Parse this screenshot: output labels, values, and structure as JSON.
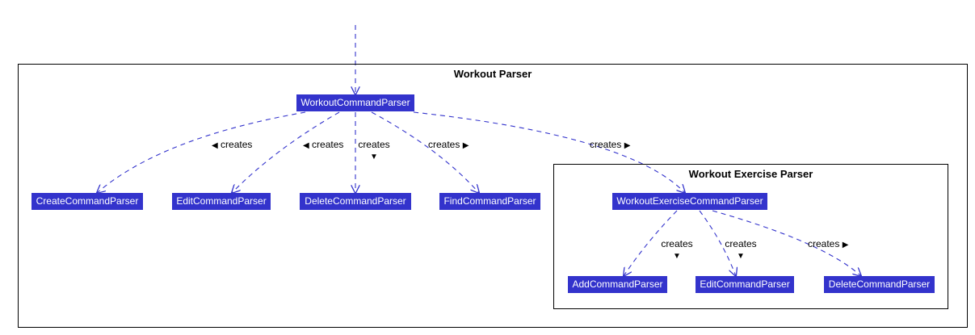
{
  "colors": {
    "node_fill": "#3333cc",
    "node_text": "#ffffff",
    "edge": "#3333cc",
    "frame": "#000000",
    "label": "#000000"
  },
  "packages": {
    "outer": {
      "title": "Workout Parser"
    },
    "inner": {
      "title": "Workout Exercise Parser"
    }
  },
  "nodes": {
    "workout_command_parser": "WorkoutCommandParser",
    "create_command_parser": "CreateCommandParser",
    "edit_command_parser": "EditCommandParser",
    "delete_command_parser": "DeleteCommandParser",
    "find_command_parser": "FindCommandParser",
    "workout_exercise_command_parser": "WorkoutExerciseCommandParser",
    "add_command_parser": "AddCommandParser",
    "exercise_edit_command_parser": "EditCommandParser",
    "exercise_delete_command_parser": "DeleteCommandParser"
  },
  "edge_labels": {
    "creates": "creates",
    "arrow_left": "◀",
    "arrow_right": "▶",
    "arrow_down": "▼"
  },
  "edges": [
    {
      "from": "incoming",
      "to": "workout_command_parser"
    },
    {
      "from": "workout_command_parser",
      "to": "create_command_parser",
      "label": "creates",
      "direction": "left"
    },
    {
      "from": "workout_command_parser",
      "to": "edit_command_parser",
      "label": "creates",
      "direction": "left"
    },
    {
      "from": "workout_command_parser",
      "to": "delete_command_parser",
      "label": "creates",
      "direction": "down"
    },
    {
      "from": "workout_command_parser",
      "to": "find_command_parser",
      "label": "creates",
      "direction": "right"
    },
    {
      "from": "workout_command_parser",
      "to": "workout_exercise_command_parser",
      "label": "creates",
      "direction": "right"
    },
    {
      "from": "workout_exercise_command_parser",
      "to": "add_command_parser",
      "label": "creates",
      "direction": "down"
    },
    {
      "from": "workout_exercise_command_parser",
      "to": "exercise_edit_command_parser",
      "label": "creates",
      "direction": "down"
    },
    {
      "from": "workout_exercise_command_parser",
      "to": "exercise_delete_command_parser",
      "label": "creates",
      "direction": "right"
    }
  ]
}
